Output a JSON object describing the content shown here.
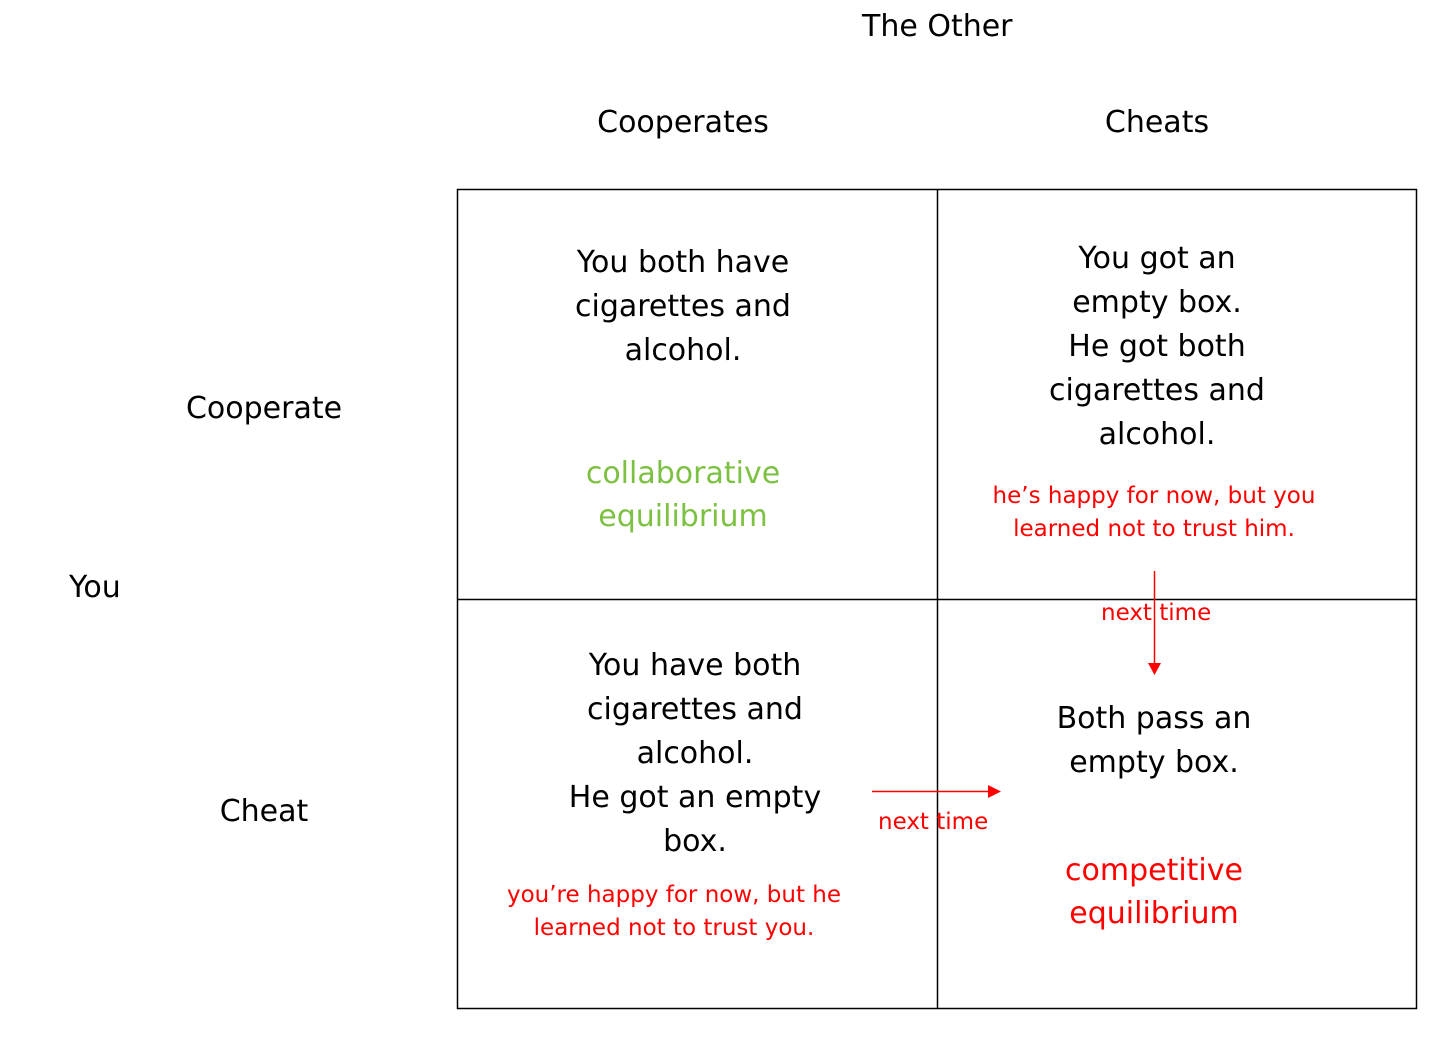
{
  "header": {
    "column_player": "The Other",
    "row_player": "You"
  },
  "columns": [
    "Cooperates",
    "Cheats"
  ],
  "rows": [
    "Cooperate",
    "Cheat"
  ],
  "cells": {
    "cooperate_cooperates": {
      "text": "You both have\ncigarettes and\nalcohol.",
      "equilibrium": "collaborative\nequilibrium"
    },
    "cooperate_cheats": {
      "text": "You got an\nempty box.\nHe got both\ncigarettes and\nalcohol.",
      "note": "he’s happy for now, but you\nlearned not to trust him."
    },
    "cheat_cooperates": {
      "text": "You have both\ncigarettes and\nalcohol.\nHe got an empty\nbox.",
      "note": "you’re happy for now, but he\nlearned not to trust you."
    },
    "cheat_cheats": {
      "text": "Both pass an\nempty box.",
      "equilibrium": "competitive\nequilibrium"
    }
  },
  "arrows": {
    "down_label": "next time",
    "right_label": "next time"
  },
  "colors": {
    "collaborative": "#7dc142",
    "warning": "#ff0000",
    "grid": "#000000"
  }
}
